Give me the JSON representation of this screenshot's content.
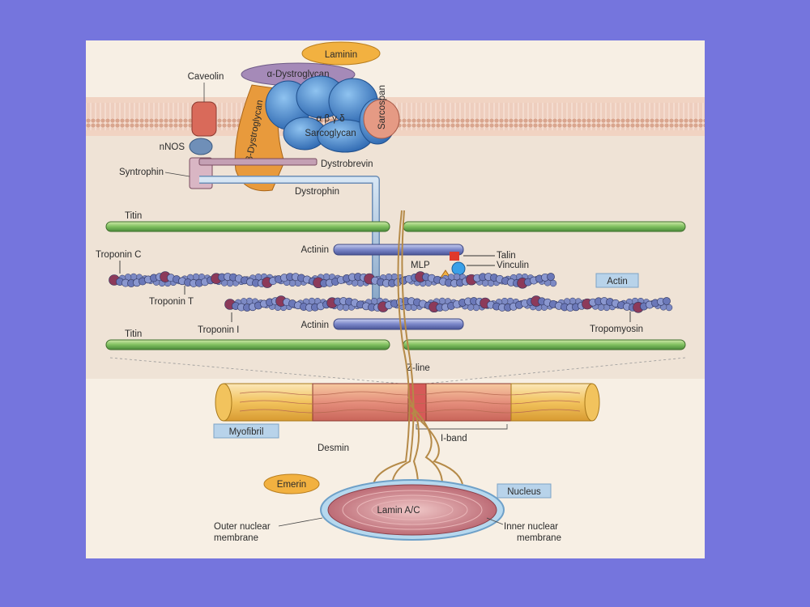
{
  "diagram": {
    "labels": {
      "laminin": "Laminin",
      "alpha_dystroglycan": "α-Dystroglycan",
      "beta_dystroglycan": "β-Dystroglycan",
      "sarcoglycan": "Sarcoglycan",
      "sarcoglycan_subunits": "α β γ δ",
      "sarcospan": "Sarcospan",
      "caveolin": "Caveolin",
      "nnos": "nNOS",
      "syntrophin": "Syntrophin",
      "dystrobrevin": "Dystrobrevin",
      "dystrophin": "Dystrophin",
      "titin_top": "Titin",
      "titin_bottom": "Titin",
      "actinin_top": "Actinin",
      "actinin_bottom": "Actinin",
      "talin": "Talin",
      "vinculin": "Vinculin",
      "mlp": "MLP",
      "troponin_c": "Troponin C",
      "troponin_t": "Troponin T",
      "troponin_i": "Troponin I",
      "actin": "Actin",
      "tropomyosin": "Tropomyosin",
      "z_line": "Z-line",
      "myofibril": "Myofibril",
      "i_band": "I-band",
      "desmin": "Desmin",
      "emerin": "Emerin",
      "nucleus": "Nucleus",
      "lamin": "Lamin A/C",
      "outer_membrane_1": "Outer nuclear",
      "outer_membrane_2": "membrane",
      "inner_membrane_1": "Inner nuclear",
      "inner_membrane_2": "membrane"
    },
    "colors": {
      "background": "#7575dd",
      "panel": "#f7efe4",
      "membrane": "#d9a58e",
      "sarcoglycan": "#3f7fc9",
      "laminin": "#f2b140",
      "dystroglycan_alpha": "#a58ab8",
      "dystroglycan_beta": "#e89a3c",
      "caveolin": "#d96a5a",
      "titin": "#7fbf5f",
      "actinin": "#7a86c8",
      "actin_bead": "#6b78b8",
      "troponin_bead": "#8c3a5a",
      "dystrophin": "#9fbbd8",
      "desmin": "#b58a48",
      "nucleus": "#c46f75"
    }
  }
}
